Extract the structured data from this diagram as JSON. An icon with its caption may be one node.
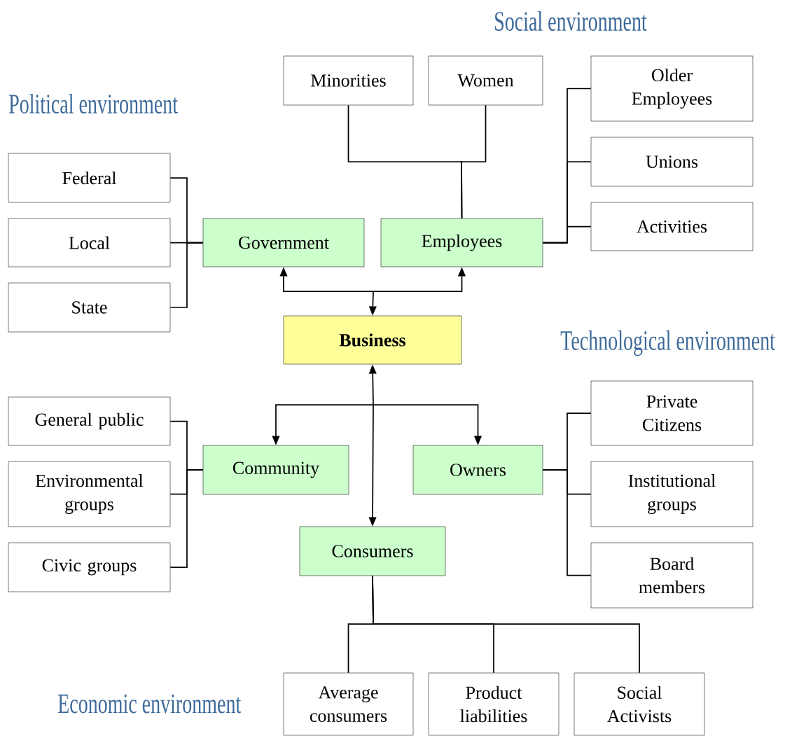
{
  "diagram": {
    "nodes": [
      {
        "text": [
          "Minorities"
        ]
      },
      {
        "text": [
          "Women"
        ]
      },
      {
        "text": [
          "Older Employees"
        ]
      },
      {
        "text": [
          "Federal"
        ]
      },
      {
        "text": [
          "Government"
        ]
      },
      {
        "text": [
          "Employees"
        ]
      },
      {
        "text": [
          "Unions"
        ]
      },
      {
        "text": [
          "Local"
        ]
      },
      {
        "text": [
          "Activities"
        ]
      },
      {
        "text": [
          "State"
        ]
      },
      {
        "text": [
          "Business"
        ]
      },
      {
        "text": [
          "General public"
        ]
      },
      {
        "text": [
          "Community"
        ]
      },
      {
        "text": [
          "Owners"
        ]
      },
      {
        "text": [
          "Private Citizens"
        ]
      },
      {
        "text": [
          "Environmental groups"
        ]
      },
      {
        "text": [
          "Institutional groups"
        ]
      },
      {
        "text": [
          "Consumers"
        ]
      },
      {
        "text": [
          "Civic groups"
        ]
      },
      {
        "text": [
          "Board members"
        ]
      },
      {
        "text": [
          "Average consumers"
        ]
      },
      {
        "text": [
          "Product liabilities"
        ]
      },
      {
        "text": [
          "Social Activists"
        ]
      }
    ],
    "edges": [
      {
        "from": 10,
        "to": 4,
        "arrow": "both"
      },
      {
        "from": 10,
        "to": 5,
        "arrow": "both"
      },
      {
        "from": 10,
        "to": 12,
        "arrow": "both"
      },
      {
        "from": 10,
        "to": 13,
        "arrow": "both"
      },
      {
        "from": 10,
        "to": 17,
        "arrow": "both"
      },
      {
        "from": 4,
        "to": 3,
        "arrow": "none"
      },
      {
        "from": 4,
        "to": 7,
        "arrow": "none"
      },
      {
        "from": 4,
        "to": 9,
        "arrow": "none"
      },
      {
        "from": 5,
        "to": 0,
        "arrow": "none"
      },
      {
        "from": 5,
        "to": 1,
        "arrow": "none"
      },
      {
        "from": 5,
        "to": 2,
        "arrow": "none"
      },
      {
        "from": 5,
        "to": 6,
        "arrow": "none"
      },
      {
        "from": 5,
        "to": 8,
        "arrow": "none"
      },
      {
        "from": 12,
        "to": 11,
        "arrow": "none"
      },
      {
        "from": 12,
        "to": 15,
        "arrow": "none"
      },
      {
        "from": 12,
        "to": 18,
        "arrow": "none"
      },
      {
        "from": 13,
        "to": 14,
        "arrow": "none"
      },
      {
        "from": 13,
        "to": 16,
        "arrow": "none"
      },
      {
        "from": 13,
        "to": 19,
        "arrow": "none"
      },
      {
        "from": 17,
        "to": 20,
        "arrow": "none"
      },
      {
        "from": 17,
        "to": 21,
        "arrow": "none"
      },
      {
        "from": 17,
        "to": 22,
        "arrow": "none"
      }
    ],
    "labels": [
      "Social environment",
      "Political environment",
      "Technological environment",
      "Economic environment"
    ]
  }
}
